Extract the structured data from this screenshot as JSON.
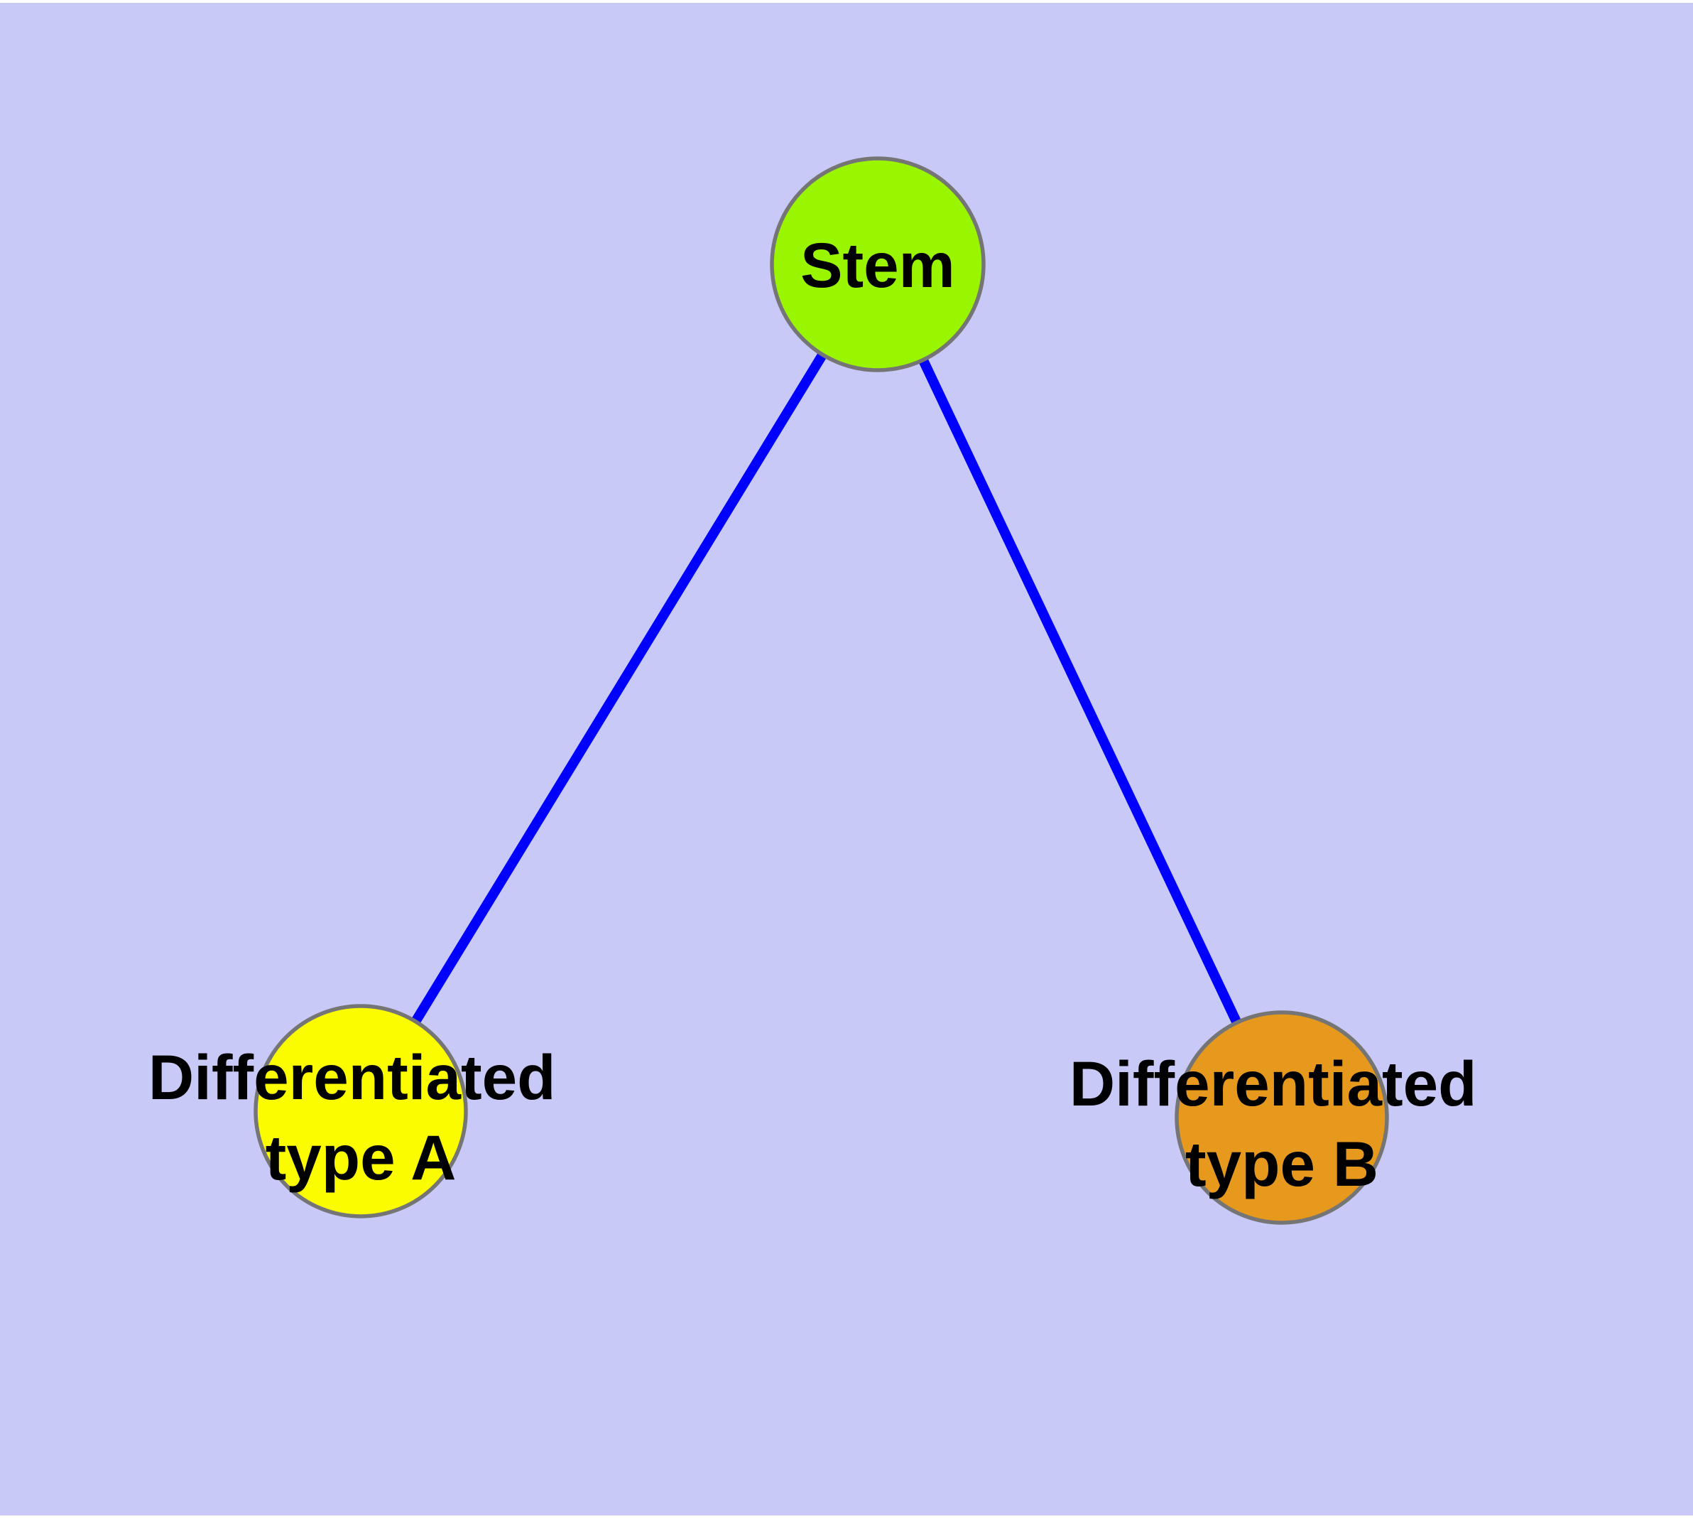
{
  "diagram": {
    "type": "node-link graph (cell differentiation tree)",
    "colors": {
      "page_margin": "#FFFFFF",
      "background": "#C9C9F8",
      "node_border": "#757575",
      "label_text": "#000000",
      "edge": "#0000FF"
    },
    "nodes": {
      "stem": {
        "label": "Stem",
        "color": "#9AF500"
      },
      "type_a": {
        "label": "Differentiated type A",
        "label_line1": "Differentiated",
        "label_line2": "type A",
        "color": "#FCFC00"
      },
      "type_b": {
        "label": "Differentiated type B",
        "label_line1": "Differentiated",
        "label_line2": "type B",
        "color": "#E6991D"
      }
    },
    "edges": [
      {
        "from": "Stem",
        "to": "Differentiated type A",
        "color": "#0000FF"
      },
      {
        "from": "Stem",
        "to": "Differentiated type B",
        "color": "#0000FF"
      }
    ]
  }
}
